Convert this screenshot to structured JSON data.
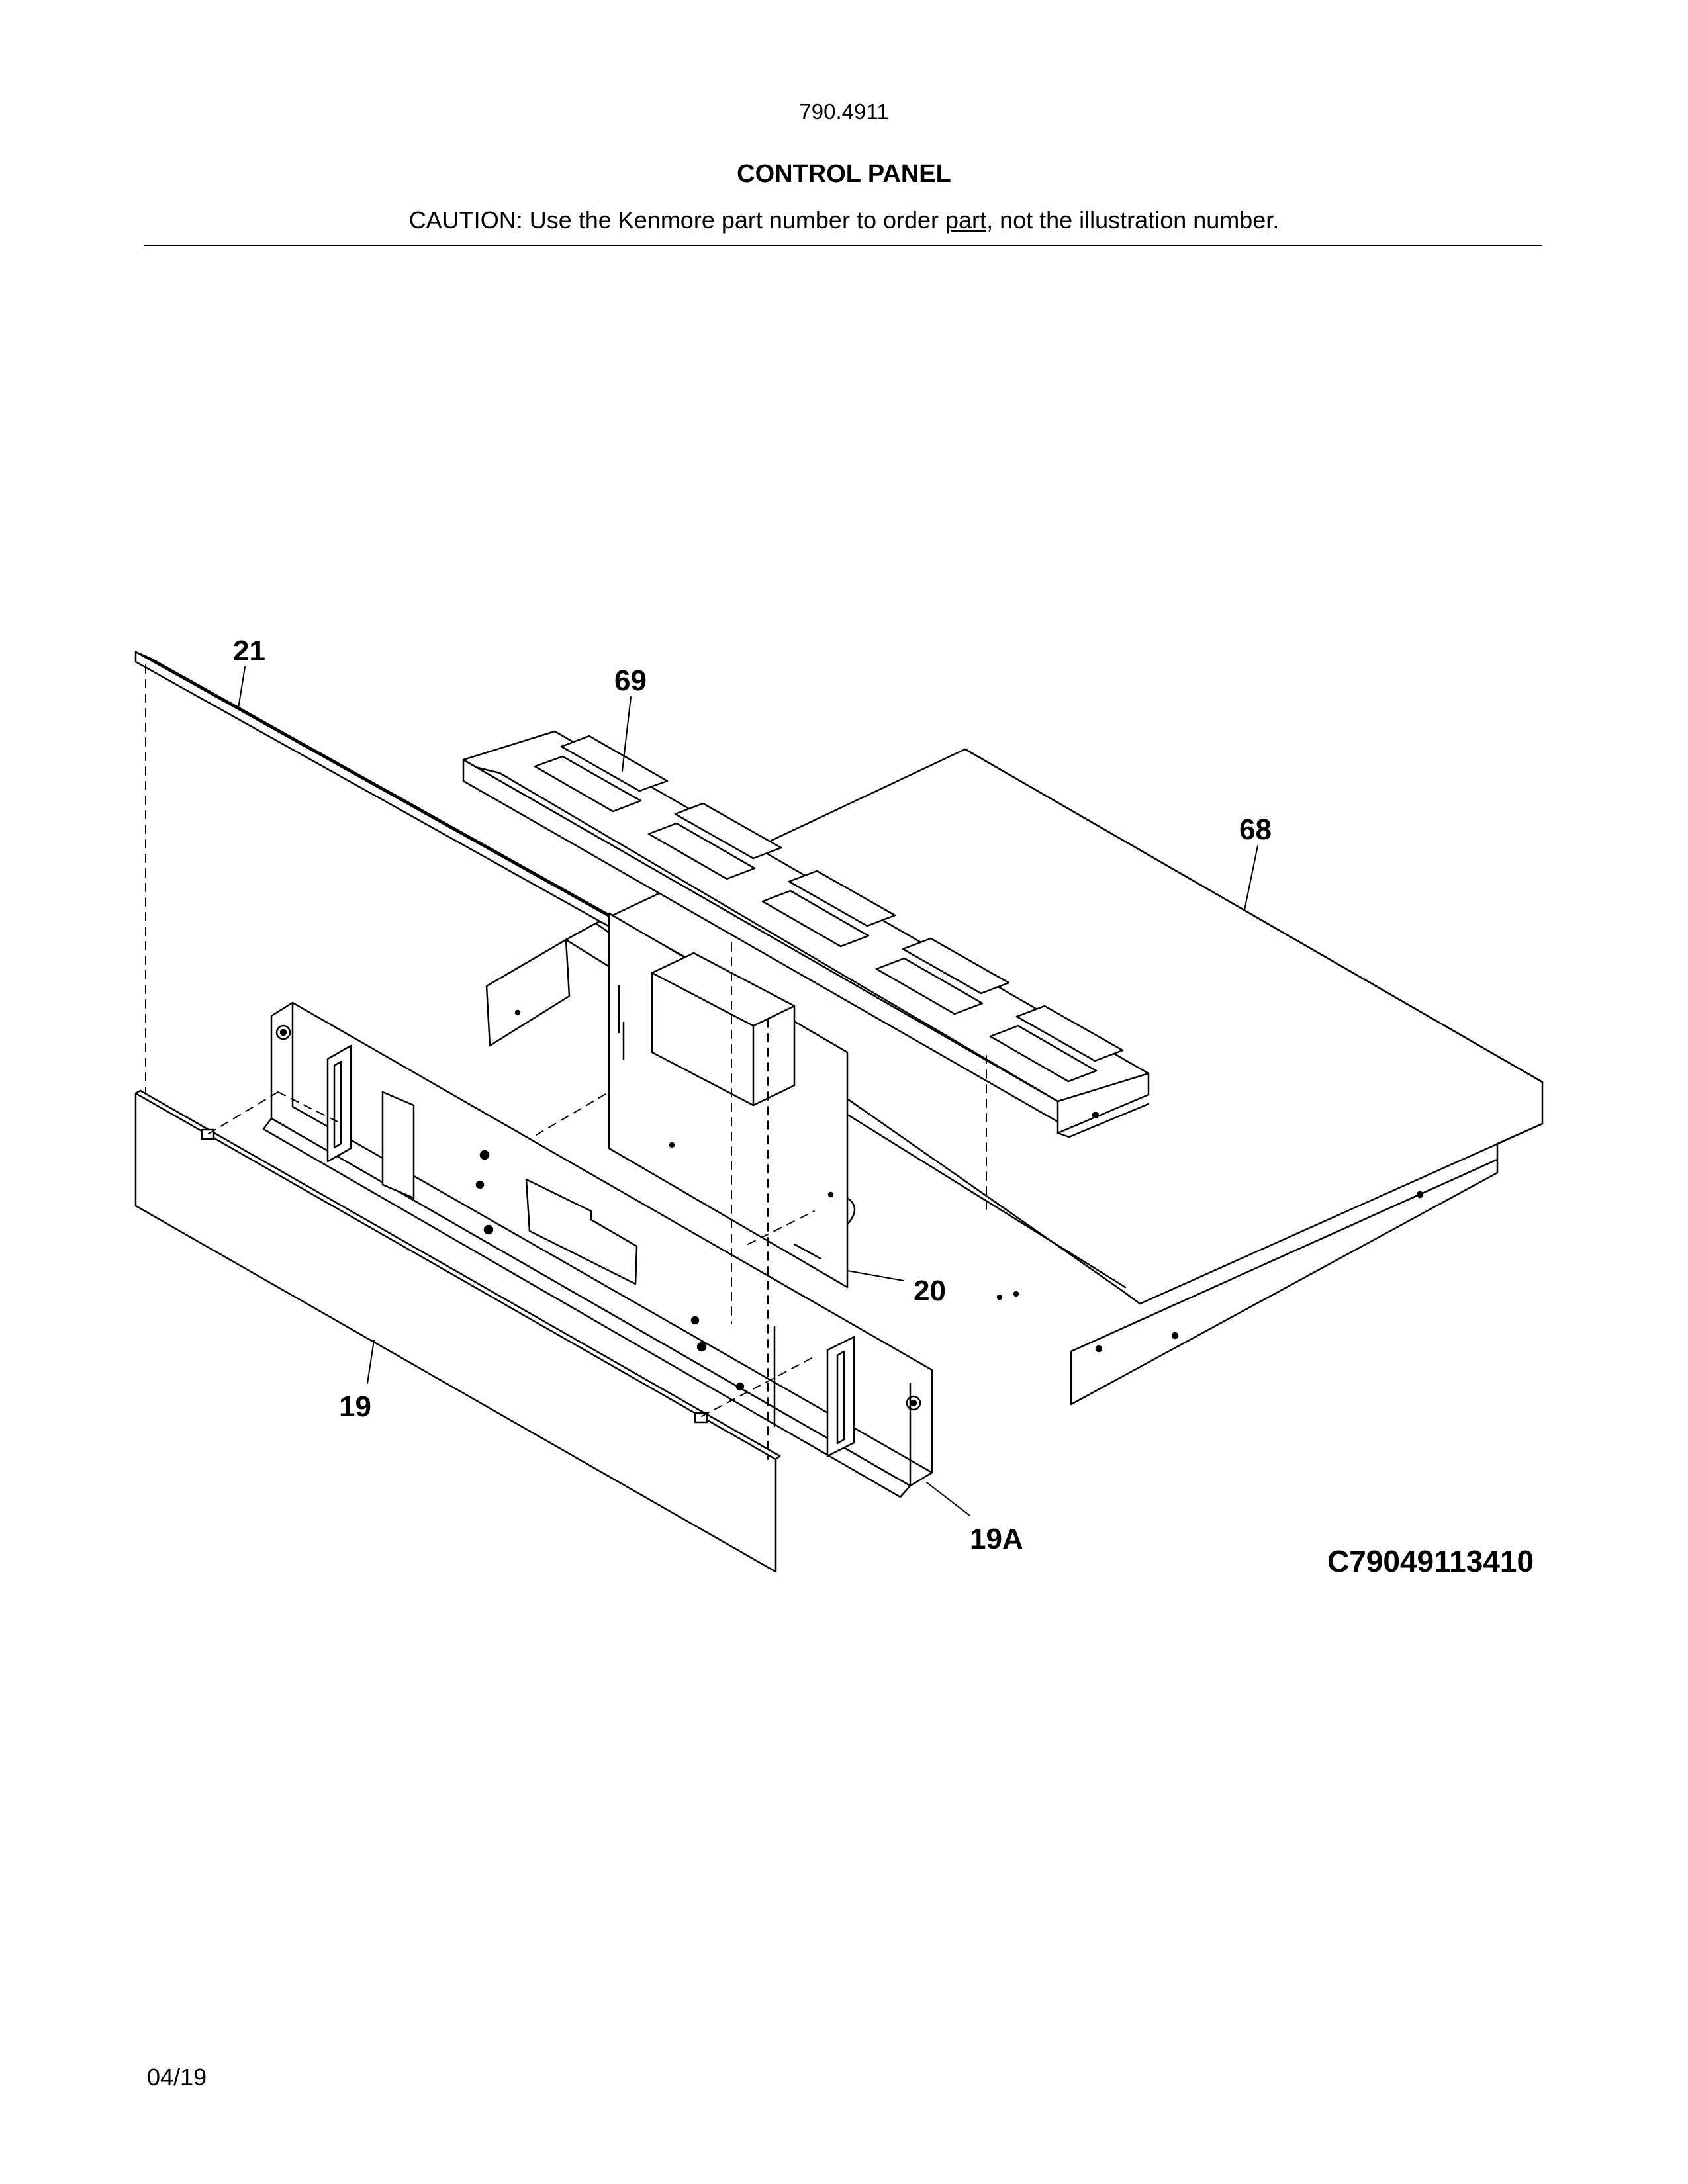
{
  "header": {
    "model_number": "790.4911",
    "section_title": "CONTROL PANEL",
    "caution_prefix": "CAUTION: Use the Kenmore part number to order ",
    "caution_underlined": "part",
    "caution_suffix": ", not the illustration number."
  },
  "diagram": {
    "callouts": {
      "c21": "21",
      "c69": "69",
      "c68": "68",
      "c20": "20",
      "c19": "19",
      "c19A": "19A"
    },
    "drawing_code": "C79049113410"
  },
  "footer": {
    "date": "04/19"
  }
}
